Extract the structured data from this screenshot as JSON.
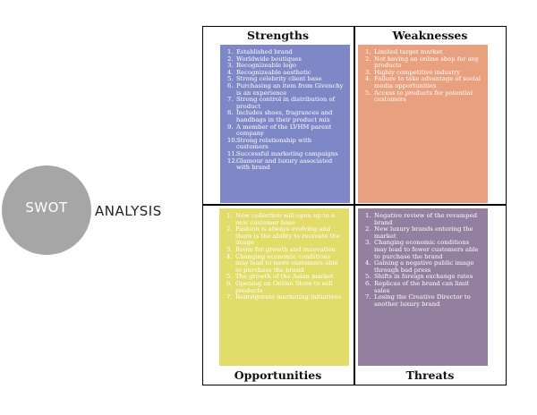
{
  "circle_label": "SWOT",
  "side_label": "ANALYSIS",
  "quadrants": {
    "strengths": {
      "title": "Strengths",
      "items": [
        "Established brand",
        "Worldwide boutiques",
        "Recognizeable logo",
        "Recognizeable  aesthetic",
        "Strong celebrity client base",
        "Purchasing an item from Givenchy is an experience",
        "Strong control in distribution of product",
        "Includes shoes, fragrances and handbags in their product mix",
        "A member of the LVHM parent company",
        "Strong relationship with customers",
        "Successful marketing campaigns",
        "Glamour and luxury associated with brand"
      ]
    },
    "weaknesses": {
      "title": "Weaknesses",
      "items": [
        "Limited target market",
        "Not having an online shop for any products",
        "Highly competitive industry",
        "Failure to take advantage of social media opportunities",
        "Access to products for potential customers"
      ]
    },
    "opportunities": {
      "title": "Opportunities",
      "items": [
        "New collection will open up to a new customer base",
        "Fashion is always evolving and there is the ability to recreate the image",
        "Room for growth and innovation",
        "Changing economic conditions may lead to more customers able to purchase the brand",
        "The growth of the Asian market",
        "Opening an Online Store to sell products",
        "Reinvigorate marketing initiatives"
      ]
    },
    "threats": {
      "title": "Threats",
      "items": [
        "Negative review of the revamped brand",
        "New luxury brands entering the market",
        "Changing economic conditions may lead to fewer customers able to purchase the brand",
        "Gaining a negative public image through bad press",
        "Shifts in foreign exchange rates",
        "Replicas of the brand can limit sales",
        "Losing the Creative Director to another luxury brand"
      ]
    }
  },
  "colors": {
    "strengths": "#7f88c6",
    "weaknesses": "#e9a07f",
    "opportunities": "#e2dc6b",
    "threats": "#937f9f",
    "circle": "#a6a6a6"
  }
}
